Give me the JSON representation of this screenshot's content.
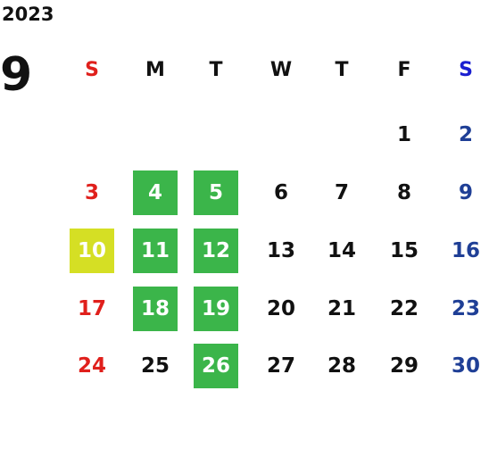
{
  "year": "2023",
  "month": "9",
  "weekdays": [
    "S",
    "M",
    "T",
    "W",
    "T",
    "F",
    "S"
  ],
  "colors": {
    "sunday": "#e0201c",
    "saturday": "#1f3f96",
    "weekday": "#111111",
    "highlight_green": "#3bb54a",
    "highlight_yellow": "#d5df24"
  },
  "weeks": [
    [
      null,
      null,
      null,
      null,
      null,
      "1",
      "2"
    ],
    [
      "3",
      "4",
      "5",
      "6",
      "7",
      "8",
      "9"
    ],
    [
      "10",
      "11",
      "12",
      "13",
      "14",
      "15",
      "16"
    ],
    [
      "17",
      "18",
      "19",
      "20",
      "21",
      "22",
      "23"
    ],
    [
      "24",
      "25",
      "26",
      "27",
      "28",
      "29",
      "30"
    ]
  ],
  "highlights": {
    "green": [
      "4",
      "5",
      "11",
      "12",
      "18",
      "19",
      "26"
    ],
    "yellow": [
      "10"
    ]
  }
}
